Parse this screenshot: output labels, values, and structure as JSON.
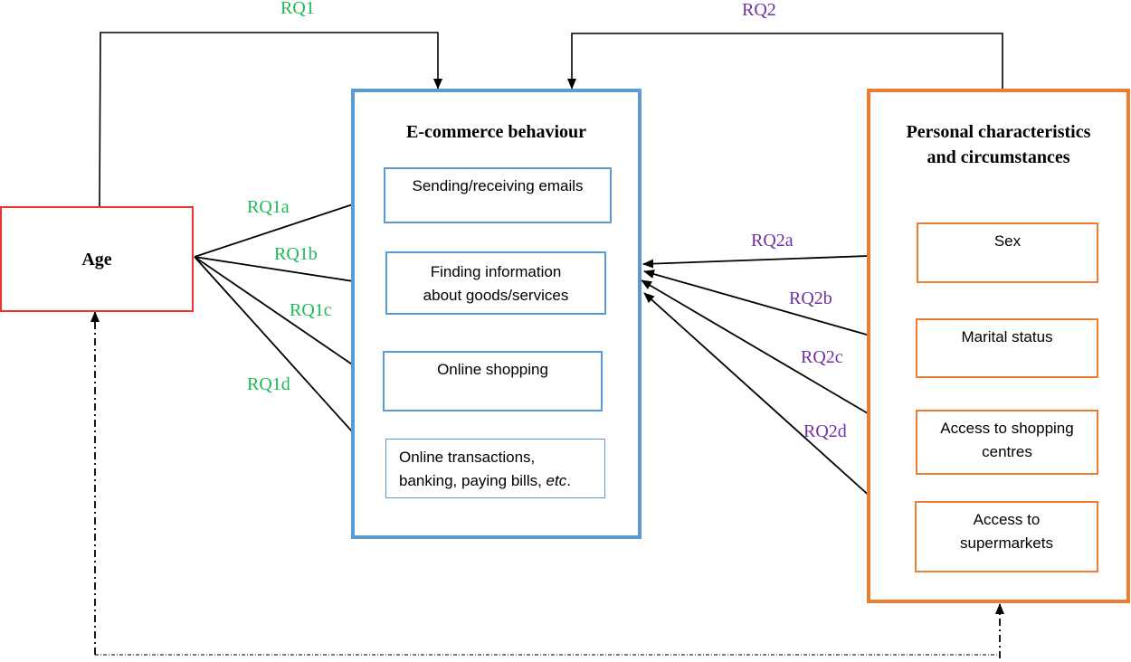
{
  "colors": {
    "age_border": "#ee3333",
    "ecommerce_border": "#5b9bd5",
    "personal_border": "#ed7d31",
    "rq1_label": "#1db954",
    "rq2_label": "#7030a0",
    "arrow": "#000000"
  },
  "nodes": {
    "age": {
      "label": "Age"
    },
    "ecommerce": {
      "title": "E-commerce behaviour",
      "items": [
        {
          "label": "Sending/receiving emails"
        },
        {
          "label_line1": "Finding information",
          "label_line2": "about goods/services"
        },
        {
          "label": "Online shopping"
        },
        {
          "label_line1": "Online transactions,",
          "label_line2_plain": "banking, paying bills, ",
          "label_line2_italic": "etc",
          "label_line2_end": "."
        }
      ]
    },
    "personal": {
      "title_line1": "Personal characteristics",
      "title_line2": "and circumstances",
      "items": [
        {
          "label": "Sex"
        },
        {
          "label": "Marital status"
        },
        {
          "label_line1": "Access to shopping",
          "label_line2": "centres"
        },
        {
          "label_line1": "Access to",
          "label_line2": "supermarkets"
        }
      ]
    }
  },
  "edges": {
    "rq1": "RQ1",
    "rq2": "RQ2",
    "rq1_sub": [
      "RQ1a",
      "RQ1b",
      "RQ1c",
      "RQ1d"
    ],
    "rq2_sub": [
      "RQ2a",
      "RQ2b",
      "RQ2c",
      "RQ2d"
    ],
    "dashed_link": "Age ↔ Personal characteristics (dash-dot, bidirectional)"
  }
}
